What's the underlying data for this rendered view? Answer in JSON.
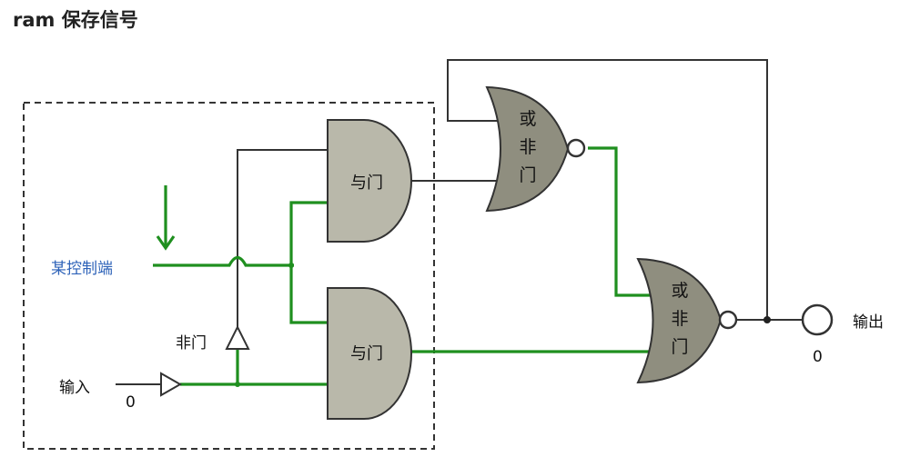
{
  "title": "ram 保存信号",
  "labels": {
    "control": "某控制端",
    "not_gate": "非门",
    "input": "输入",
    "input_value": "0",
    "output": "输出",
    "output_value": "0"
  },
  "gates": {
    "and_top": "与门",
    "and_bottom": "与门",
    "nor_top": [
      "或",
      "非",
      "门"
    ],
    "nor_bottom": [
      "或",
      "非",
      "门"
    ]
  },
  "colors": {
    "active_wire": "#1f8f1f",
    "inactive_wire": "#333333",
    "gate_fill": "#b9b8aa",
    "label_blue": "#2d62b8"
  }
}
